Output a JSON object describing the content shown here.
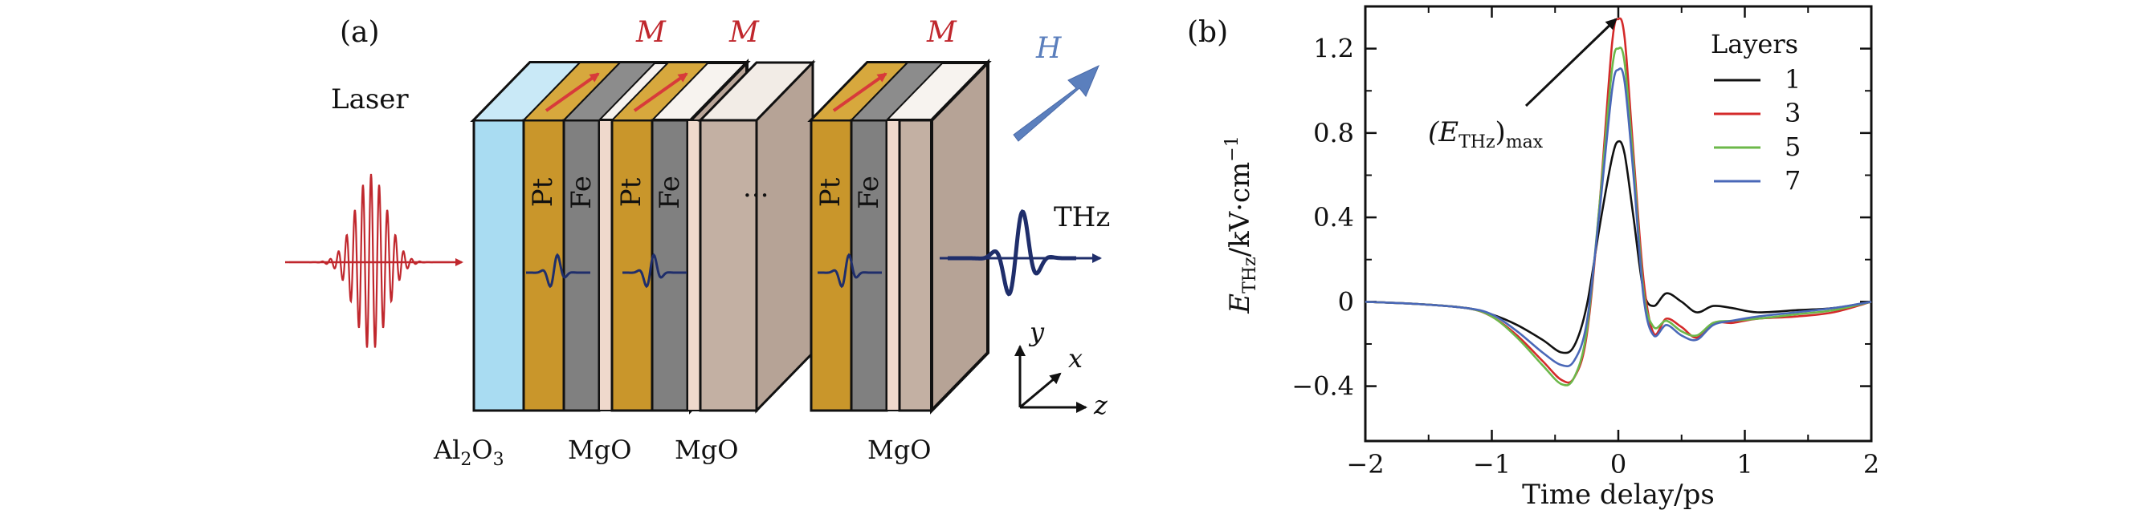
{
  "panel_a": {
    "label": "(a)",
    "laser_label": "Laser",
    "thz_label": "THz",
    "substrate_label_main": "Al",
    "substrate_sub1": "2",
    "substrate_mid": "O",
    "substrate_sub2": "3",
    "mgo_label_1": "MgO",
    "mgo_label_2": "MgO",
    "mgo_label_3": "MgO",
    "pt_label": "Pt",
    "fe_label": "Fe",
    "ellipsis": "...",
    "m_label": "M",
    "h_label": "H",
    "axis_x": "x",
    "axis_y": "y",
    "axis_z": "z",
    "colors": {
      "laser": "#c0272d",
      "thz": "#1f2e6b",
      "sapphire": "#a9dcf2",
      "pt": "#c9962b",
      "fe": "#808080",
      "mgo": "#efd9cc",
      "back": "#c3b0a3",
      "m_arrow": "#d83a3a",
      "h_arrow": "#5b7fbd"
    }
  },
  "panel_b": {
    "label": "(b)",
    "legend_title": "Layers",
    "annotation_main": "(E",
    "annotation_sub": "THz",
    "annotation_close": ")",
    "annotation_max": "max",
    "ylabel_main": "E",
    "ylabel_sub": "THz",
    "ylabel_rest": "/kV·cm",
    "ylabel_sup": "−1",
    "xlabel": "Time delay/ps"
  },
  "chart_data": {
    "type": "line",
    "title": "",
    "xlabel": "Time delay/ps",
    "ylabel": "E_THz/kV·cm^-1",
    "xlim": [
      -2,
      2
    ],
    "ylim": [
      -0.66,
      1.4
    ],
    "xticks": [
      "−2",
      "−1",
      "0",
      "1",
      "2"
    ],
    "yticks": [
      "−0.4",
      "0",
      "0.4",
      "0.8",
      "1.2"
    ],
    "ytick_values": [
      -0.4,
      0,
      0.4,
      0.8,
      1.2
    ],
    "xtick_values": [
      -2,
      -1,
      0,
      1,
      2
    ],
    "grid": false,
    "legend_position": "top-right",
    "x": [
      -2.0,
      -1.6,
      -1.2,
      -1.0,
      -0.8,
      -0.6,
      -0.45,
      -0.35,
      -0.25,
      -0.15,
      -0.05,
      0.0,
      0.05,
      0.12,
      0.2,
      0.28,
      0.38,
      0.5,
      0.62,
      0.75,
      0.9,
      1.1,
      1.4,
      1.7,
      2.0
    ],
    "series": [
      {
        "name": "1",
        "color": "#111111",
        "values": [
          0.0,
          -0.01,
          -0.03,
          -0.06,
          -0.11,
          -0.18,
          -0.24,
          -0.21,
          -0.02,
          0.35,
          0.68,
          0.76,
          0.7,
          0.4,
          0.05,
          -0.02,
          0.04,
          0.0,
          -0.05,
          -0.02,
          -0.03,
          -0.05,
          -0.04,
          -0.03,
          0.0
        ]
      },
      {
        "name": "3",
        "color": "#d42a2a",
        "values": [
          0.0,
          -0.01,
          -0.03,
          -0.07,
          -0.16,
          -0.28,
          -0.37,
          -0.36,
          -0.16,
          0.45,
          1.22,
          1.34,
          1.25,
          0.7,
          0.1,
          -0.15,
          -0.08,
          -0.12,
          -0.17,
          -0.1,
          -0.1,
          -0.08,
          -0.07,
          -0.05,
          0.0
        ]
      },
      {
        "name": "5",
        "color": "#6cb84a",
        "values": [
          0.0,
          -0.01,
          -0.03,
          -0.07,
          -0.17,
          -0.3,
          -0.39,
          -0.36,
          -0.14,
          0.45,
          1.1,
          1.2,
          1.13,
          0.65,
          0.05,
          -0.12,
          -0.09,
          -0.14,
          -0.16,
          -0.1,
          -0.09,
          -0.08,
          -0.06,
          -0.04,
          0.0
        ]
      },
      {
        "name": "7",
        "color": "#4a68b8",
        "values": [
          0.0,
          -0.01,
          -0.03,
          -0.06,
          -0.14,
          -0.24,
          -0.3,
          -0.28,
          -0.1,
          0.42,
          1.0,
          1.1,
          1.04,
          0.6,
          0.02,
          -0.16,
          -0.11,
          -0.16,
          -0.18,
          -0.11,
          -0.09,
          -0.07,
          -0.05,
          -0.03,
          0.0
        ]
      }
    ]
  }
}
